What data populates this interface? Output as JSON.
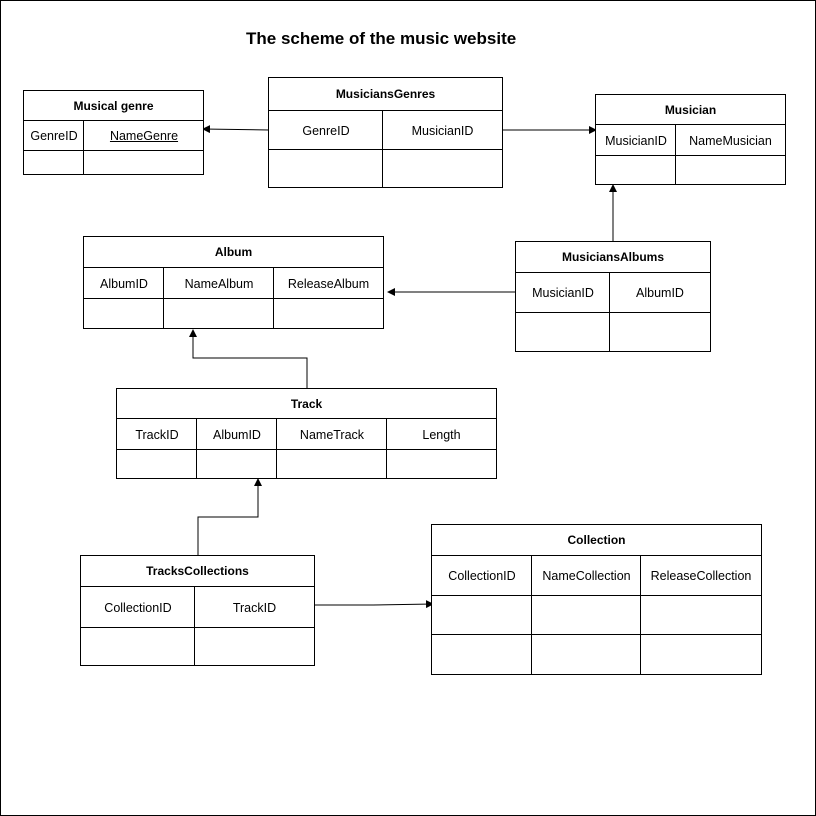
{
  "title": "The scheme of the music website",
  "entities": {
    "musical_genre": {
      "name": "Musical genre",
      "columns": [
        "GenreID",
        "NameGenre"
      ]
    },
    "musicians_genres": {
      "name": "MusiciansGenres",
      "columns": [
        "GenreID",
        "MusicianID"
      ]
    },
    "musician": {
      "name": "Musician",
      "columns": [
        "MusicianID",
        "NameMusician"
      ]
    },
    "album": {
      "name": "Album",
      "columns": [
        "AlbumID",
        "NameAlbum",
        "ReleaseAlbum"
      ]
    },
    "musicians_albums": {
      "name": "MusiciansAlbums",
      "columns": [
        "MusicianID",
        "AlbumID"
      ]
    },
    "track": {
      "name": "Track",
      "columns": [
        "TrackID",
        "AlbumID",
        "NameTrack",
        "Length"
      ]
    },
    "tracks_collections": {
      "name": "TracksCollections",
      "columns": [
        "CollectionID",
        "TrackID"
      ]
    },
    "collection": {
      "name": "Collection",
      "columns": [
        "CollectionID",
        "NameCollection",
        "ReleaseCollection"
      ]
    }
  },
  "relationships": [
    {
      "from": "MusiciansGenres",
      "to": "Musical genre"
    },
    {
      "from": "MusiciansGenres",
      "to": "Musician"
    },
    {
      "from": "MusiciansAlbums",
      "to": "Musician"
    },
    {
      "from": "MusiciansAlbums",
      "to": "Album"
    },
    {
      "from": "Track",
      "to": "Album"
    },
    {
      "from": "TracksCollections",
      "to": "Track"
    },
    {
      "from": "TracksCollections",
      "to": "Collection"
    }
  ]
}
